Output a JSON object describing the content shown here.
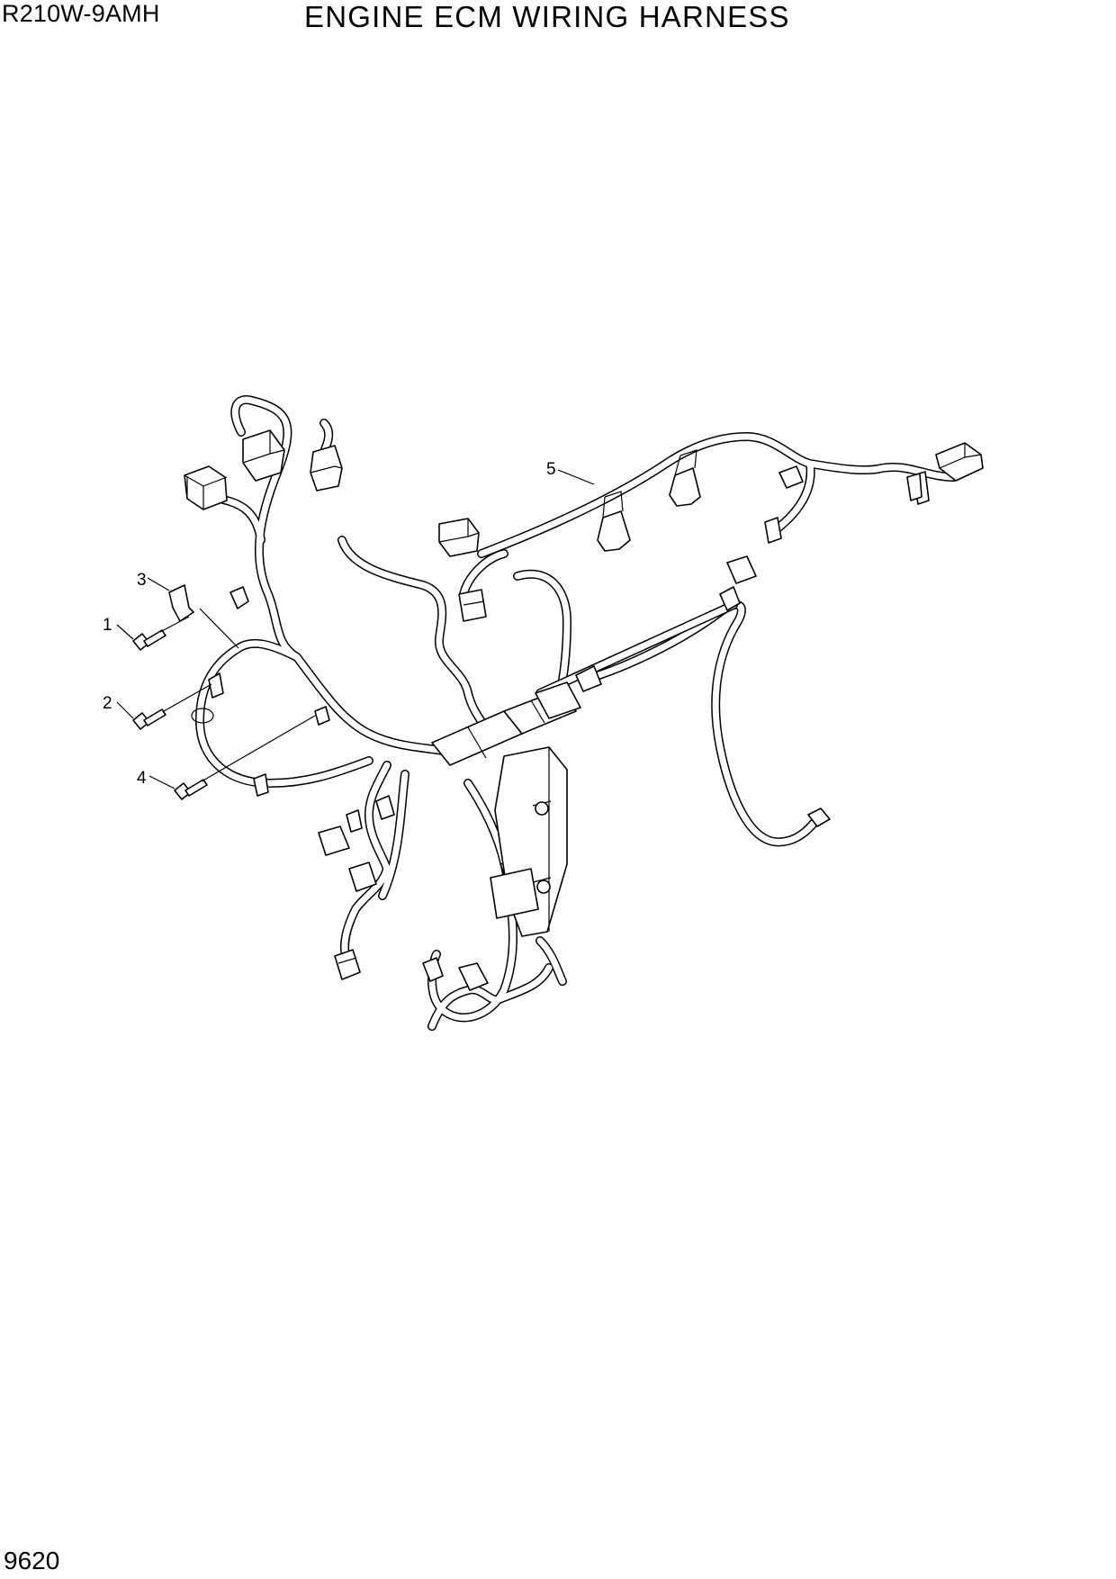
{
  "header": {
    "model": "R210W-9AMH",
    "title": "ENGINE ECM WIRING HARNESS"
  },
  "footer": {
    "page_number": "9620"
  },
  "callouts": [
    {
      "id": "1",
      "label": "1"
    },
    {
      "id": "2",
      "label": "2"
    },
    {
      "id": "3",
      "label": "3"
    },
    {
      "id": "4",
      "label": "4"
    },
    {
      "id": "5",
      "label": "5"
    }
  ]
}
